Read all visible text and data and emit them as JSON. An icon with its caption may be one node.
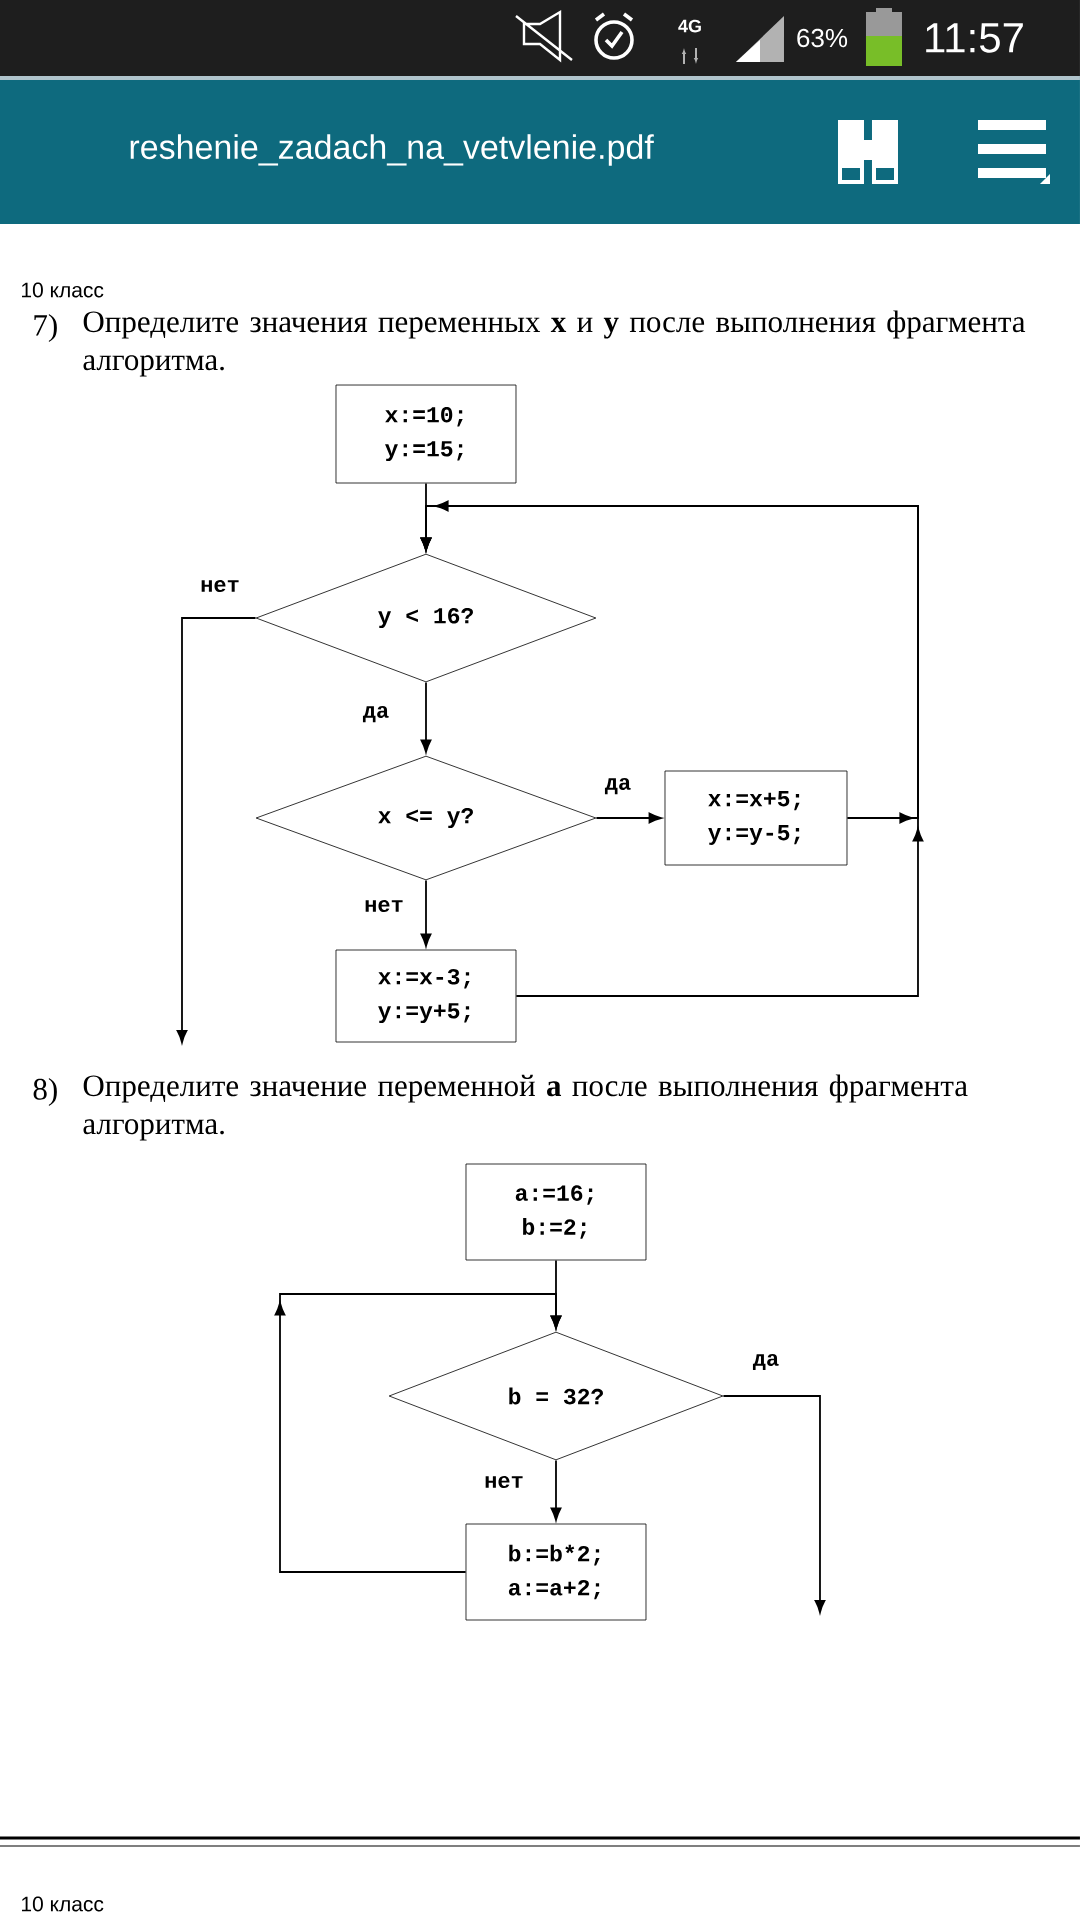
{
  "diagram": {
    "nodes": [
      {
        "text": [
          "x:=10; y:=15;"
        ]
      },
      {
        "text": [
          "y < 16?"
        ]
      },
      {
        "text": [
          "x <= y?"
        ]
      },
      {
        "text": [
          "x:=x+5; y:=y-5;"
        ]
      },
      {
        "text": [
          "x:=x-3; y:=y+5;"
        ]
      },
      {
        "text": [
          "a:=16; b:=2;"
        ]
      },
      {
        "text": [
          "b = 32?"
        ]
      },
      {
        "text": [
          "b:=b*2; a:=a+2;"
        ]
      }
    ],
    "edges": [
      {
        "from": 0,
        "to": 1,
        "arrow": "to"
      },
      {
        "from": 1,
        "to": null,
        "arrow": "to",
        "label": "нет"
      },
      {
        "from": 1,
        "to": 2,
        "arrow": "to",
        "label": "да"
      },
      {
        "from": 2,
        "to": 3,
        "arrow": "to",
        "label": "да"
      },
      {
        "from": 2,
        "to": 4,
        "arrow": "to",
        "label": "нет"
      },
      {
        "from": 3,
        "to": 1,
        "arrow": "to"
      },
      {
        "from": 4,
        "to": 1,
        "arrow": "to"
      },
      {
        "from": 5,
        "to": 6,
        "arrow": "to"
      },
      {
        "from": 6,
        "to": 7,
        "arrow": "to",
        "label": "нет"
      },
      {
        "from": 7,
        "to": 6,
        "arrow": "to"
      },
      {
        "from": 6,
        "to": null,
        "arrow": "to",
        "label": "да"
      }
    ],
    "labels": [
      "4G",
      "63%",
      "11:57",
      "reshenie_zadach_na_vetvlenie.pdf",
      "10 класс",
      "7)",
      "Определите значения переменных **x** и **y** после выполнения фрагмента алгоритма.",
      "8)",
      "Определите значение переменной **a** после выполнения фрагмента алгоритма.",
      "10 класс"
    ]
  }
}
